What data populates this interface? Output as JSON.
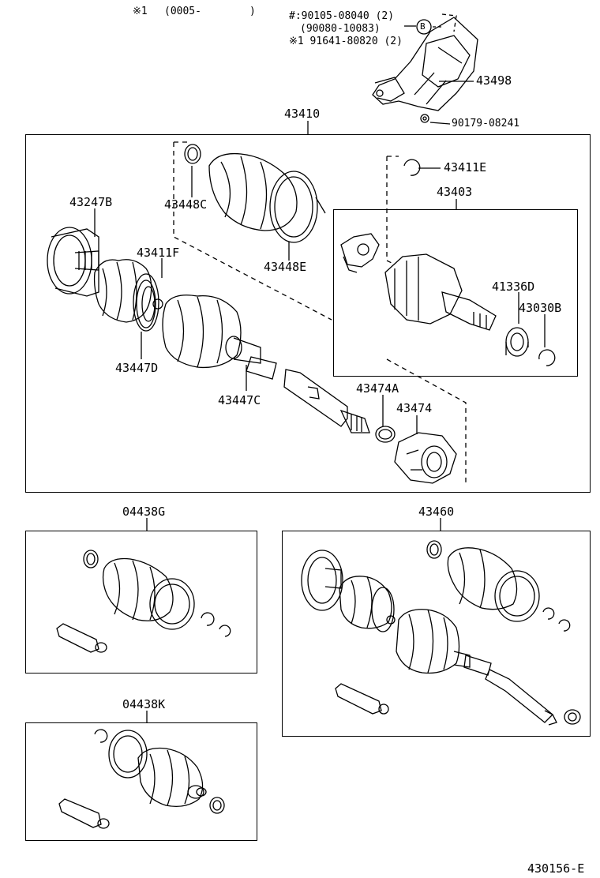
{
  "header": {
    "note_symbol": "※1",
    "note_date": "(0005-",
    "note_close": ")",
    "ref_line1": "#:90105-08040 (2)",
    "ref_line2": "(90080-10083)",
    "ref_line3": "※1 91641-80820 (2)",
    "ref_circle": "B"
  },
  "parts": {
    "p43498": "43498",
    "p90179": "90179-08241",
    "p43410": "43410",
    "p43411E": "43411E",
    "p43403": "43403",
    "p43247B": "43247B",
    "p43448C": "43448C",
    "p43448E": "43448E",
    "p43411F": "43411F",
    "p41336D": "41336D",
    "p43030B": "43030B",
    "p43447D": "43447D",
    "p43447C": "43447C",
    "p43474A": "43474A",
    "p43474": "43474",
    "p04438G": "04438G",
    "p43460": "43460",
    "p04438K": "04438K"
  },
  "footer": {
    "diagram_id": "430156-E"
  }
}
